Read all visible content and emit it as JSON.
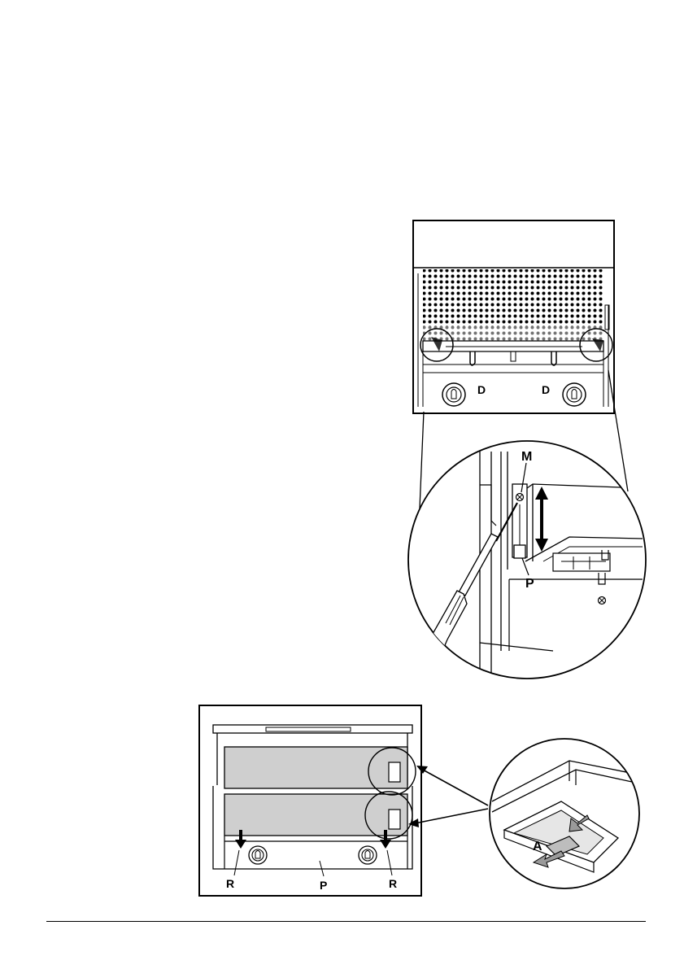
{
  "figure_top": {
    "labels": {
      "d_left": "D",
      "d_right": "D"
    }
  },
  "figure_detail": {
    "labels": {
      "m": "M",
      "p": "P"
    }
  },
  "figure_bottom": {
    "labels": {
      "r_left": "R",
      "p": "P",
      "r_right": "R"
    }
  },
  "figure_clip_detail": {
    "labels": {
      "a": "A"
    }
  },
  "colors": {
    "line": "#000000",
    "filter_fill": "#cfcfcf",
    "arrow_fill": "#9a9a9a"
  }
}
